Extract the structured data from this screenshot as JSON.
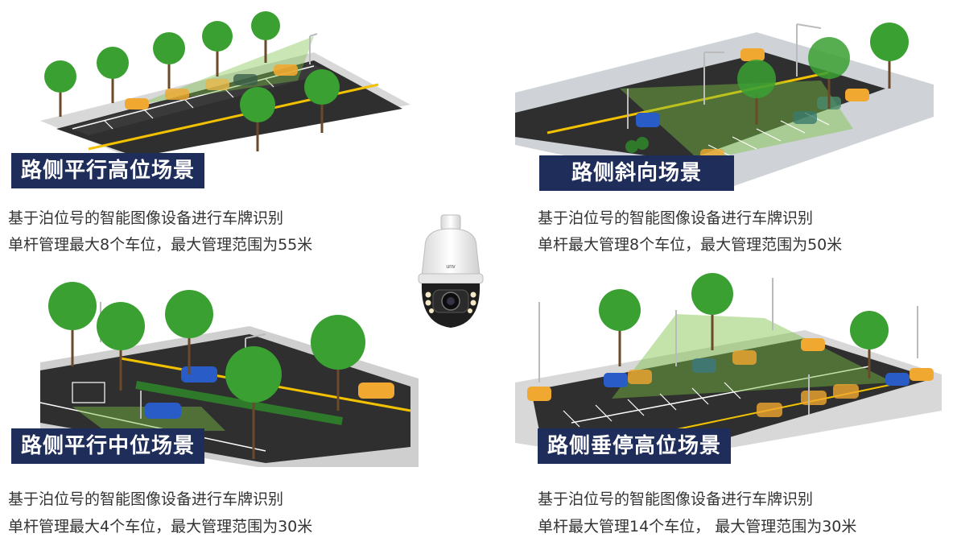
{
  "scenarios": [
    {
      "title": "路侧平行高位场景",
      "line1": "基于泊位号的智能图像设备进行车牌识别",
      "line2": "单杆管理最大8个车位，最大管理范围为55米"
    },
    {
      "title": "路侧斜向场景",
      "line1": "基于泊位号的智能图像设备进行车牌识别",
      "line2": "单杆最大管理8个车位，最大管理范围为50米"
    },
    {
      "title": "路侧平行中位场景",
      "line1": "基于泊位号的智能图像设备进行车牌识别",
      "line2": "单杆管理最大4个车位，最大管理范围为30米"
    },
    {
      "title": "路侧垂停高位场景",
      "line1": "基于泊位号的智能图像设备进行车牌识别",
      "line2": "单杆最大管理14个车位， 最大管理范围为30米"
    }
  ],
  "camera": {
    "brand": "unv"
  },
  "colors": {
    "title_bg": "#1f2d5a",
    "road": "#2f2f2f",
    "lane_yellow": "#f2c200",
    "coverage_green": "#7bc043",
    "tree_green": "#3aa032",
    "car_orange": "#f0a830",
    "car_blue": "#2a5cc8"
  },
  "icons": [
    "tree-icon",
    "car-icon",
    "street-lamp-icon",
    "ptz-camera-icon"
  ]
}
